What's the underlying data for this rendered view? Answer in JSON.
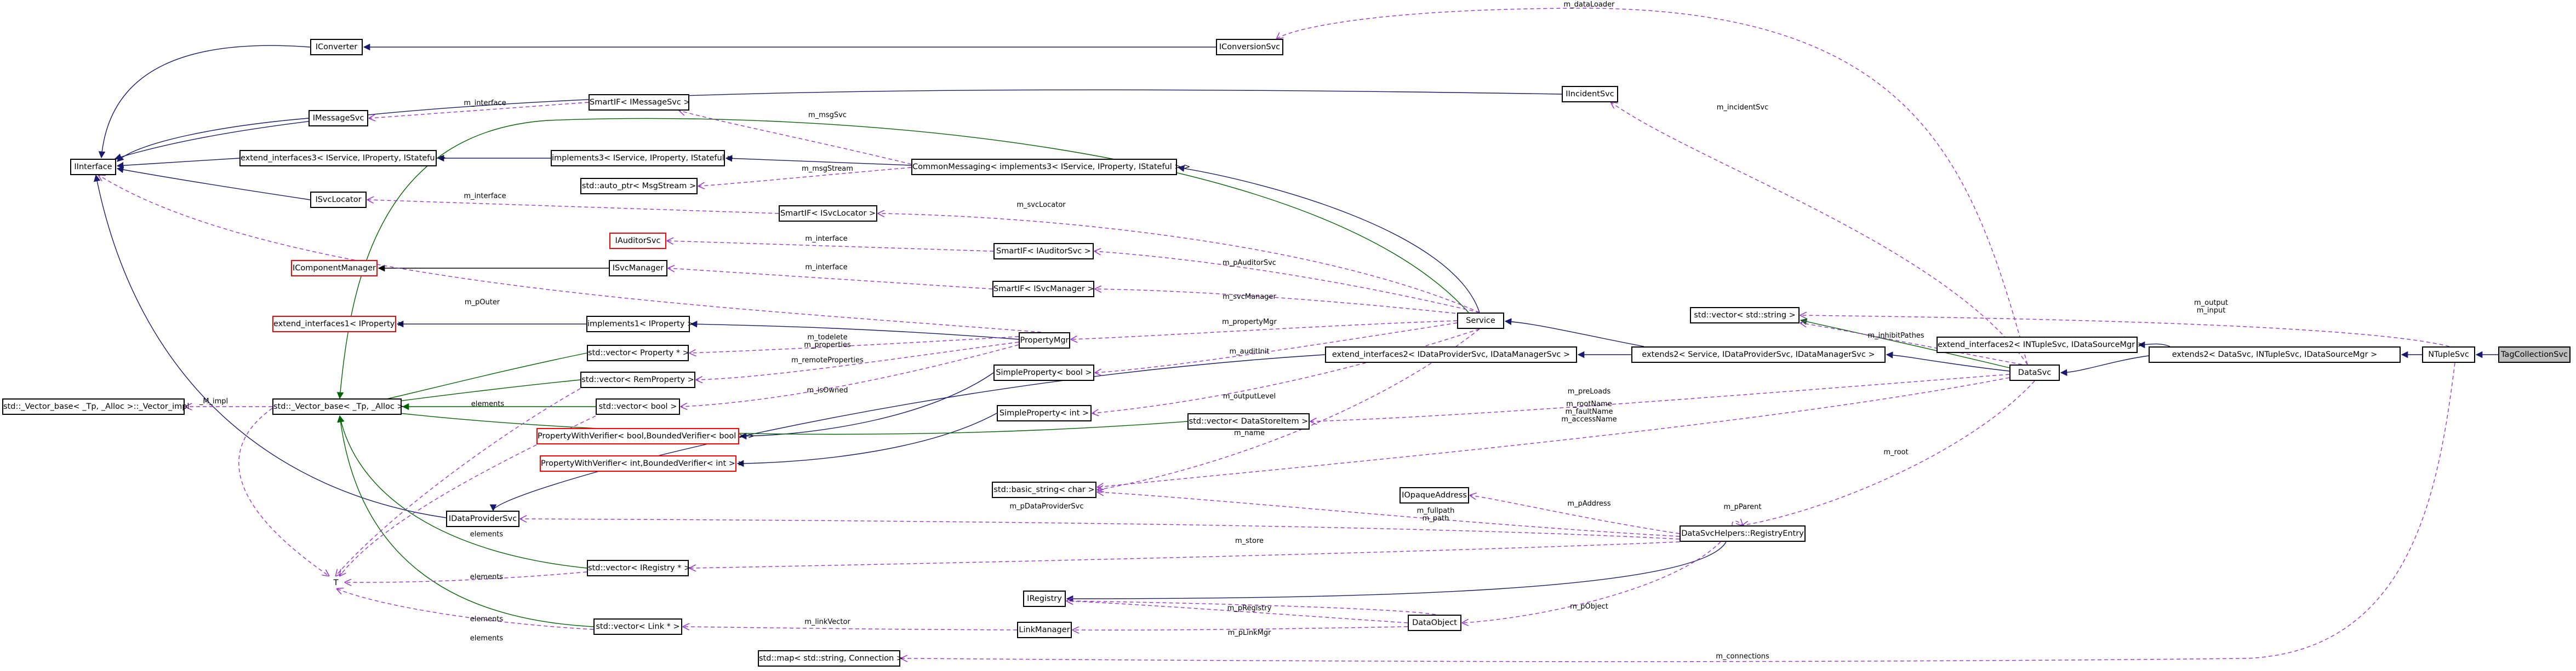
{
  "diagram": {
    "nodes": {
      "n_TagCollectionSvc": "TagCollectionSvc",
      "n_NTupleSvc": "NTupleSvc",
      "n_extends2_DataSvc": "extends2< DataSvc, INTupleSvc, IDataSourceMgr >",
      "n_extend_interfaces2_NTuple": "extend_interfaces2< INTupleSvc, IDataSourceMgr >",
      "n_DataSvc": "DataSvc",
      "n_extends2_Service": "extends2< Service, IDataProviderSvc, IDataManagerSvc >",
      "n_extend_interfaces2_DP": "extend_interfaces2< IDataProviderSvc, IDataManagerSvc >",
      "n_Service": "Service",
      "n_CommonMessaging": "CommonMessaging< implements3< IService, IProperty, IStateful > >",
      "n_implements3": "implements3< IService, IProperty, IStateful >",
      "n_extend_interfaces3": "extend_interfaces3< IService, IProperty, IStateful >",
      "n_IInterface": "IInterface",
      "n_IConverter": "IConverter",
      "n_IConversionSvc": "IConversionSvc",
      "n_IIncidentSvc": "IIncidentSvc",
      "n_IMessageSvc": "IMessageSvc",
      "n_SmartIF_IMessageSvc": "SmartIF< IMessageSvc >",
      "n_auto_ptr": "std::auto_ptr< MsgStream >",
      "n_ISvcLocator": "ISvcLocator",
      "n_SmartIF_ISvcLocator": "SmartIF< ISvcLocator >",
      "n_IAuditorSvc": "IAuditorSvc",
      "n_SmartIF_IAuditorSvc": "SmartIF< IAuditorSvc >",
      "n_IComponentManager": "IComponentManager",
      "n_ISvcManager": "ISvcManager",
      "n_SmartIF_ISvcManager": "SmartIF< ISvcManager >",
      "n_extend_interfaces1": "extend_interfaces1< IProperty >",
      "n_implements1": "implements1< IProperty >",
      "n_PropertyMgr": "PropertyMgr",
      "n_vector_Property": "std::vector< Property * >",
      "n_vector_RemProperty": "std::vector< RemProperty >",
      "n_vector_bool": "std::vector< bool >",
      "n_Vector_base": "std::_Vector_base< _Tp, _Alloc >",
      "n_Vector_impl": "std::_Vector_base< _Tp, _Alloc >::_Vector_impl",
      "n_SimpleProperty_bool": "SimpleProperty< bool >",
      "n_SimpleProperty_int": "SimpleProperty< int >",
      "n_PWV_bool": "PropertyWithVerifier< bool,BoundedVerifier< bool > >",
      "n_PWV_int": "PropertyWithVerifier< int,BoundedVerifier< int > >",
      "n_vector_DataStoreItem": "std::vector< DataStoreItem >",
      "n_vector_string": "std::vector< std::string >",
      "n_basic_string": "std::basic_string< char >",
      "n_IOpaqueAddress": "IOpaqueAddress",
      "n_IDataProviderSvc": "IDataProviderSvc",
      "n_RegistryEntry": "DataSvcHelpers::RegistryEntry",
      "n_T": "T",
      "n_vector_IRegistry": "std::vector< IRegistry * >",
      "n_IRegistry": "IRegistry",
      "n_LinkManager": "LinkManager",
      "n_DataObject": "DataObject",
      "n_vector_Link": "std::vector< Link * >",
      "n_map_Connection": "std::map< std::string, Connection >"
    },
    "edge_labels": {
      "m_dataLoader": "m_dataLoader",
      "m_incidentSvc": "m_incidentSvc",
      "m_interface": "m_interface",
      "m_msgSvc": "m_msgSvc",
      "m_msgStream": "m_msgStream",
      "m_svcLocator": "m_svcLocator",
      "m_pAuditorSvc": "m_pAuditorSvc",
      "m_svcManager": "m_svcManager",
      "m_pOuter": "m_pOuter",
      "m_propertyMgr": "m_propertyMgr",
      "m_todelete": "m_todelete\nm_properties",
      "m_remoteProperties": "m_remoteProperties",
      "m_isOwned": "m_isOwned",
      "m_auditInit": "m_auditInit",
      "m_outputLevel": "m_outputLevel",
      "m_name": "m_name",
      "m_impl": "_M_impl",
      "elements": "elements",
      "m_output": "m_output\nm_input",
      "m_inhibitPathes": "m_inhibitPathes",
      "m_preLoads": "m_preLoads",
      "m_rootName": "m_rootName\nm_faultName\nm_accessName",
      "m_root": "m_root",
      "m_pParent": "m_pParent",
      "m_pAddress": "m_pAddress",
      "m_fullpath": "m_fullpath\nm_path",
      "m_pDataProviderSvc": "m_pDataProviderSvc",
      "m_store": "m_store",
      "m_pRegistry": "m_pRegistry",
      "m_pLinkMgr": "m_pLinkMgr",
      "m_pObject": "m_pObject",
      "m_linkVector": "m_linkVector",
      "m_connections": "m_connections"
    },
    "colors": {
      "inheritance_public": "#191970",
      "inheritance_template": "#006400",
      "usage": "#9a32cd",
      "plain": "#000000",
      "undocumented_border": "#ff0000",
      "root_fill": "#bfbfbf"
    }
  }
}
